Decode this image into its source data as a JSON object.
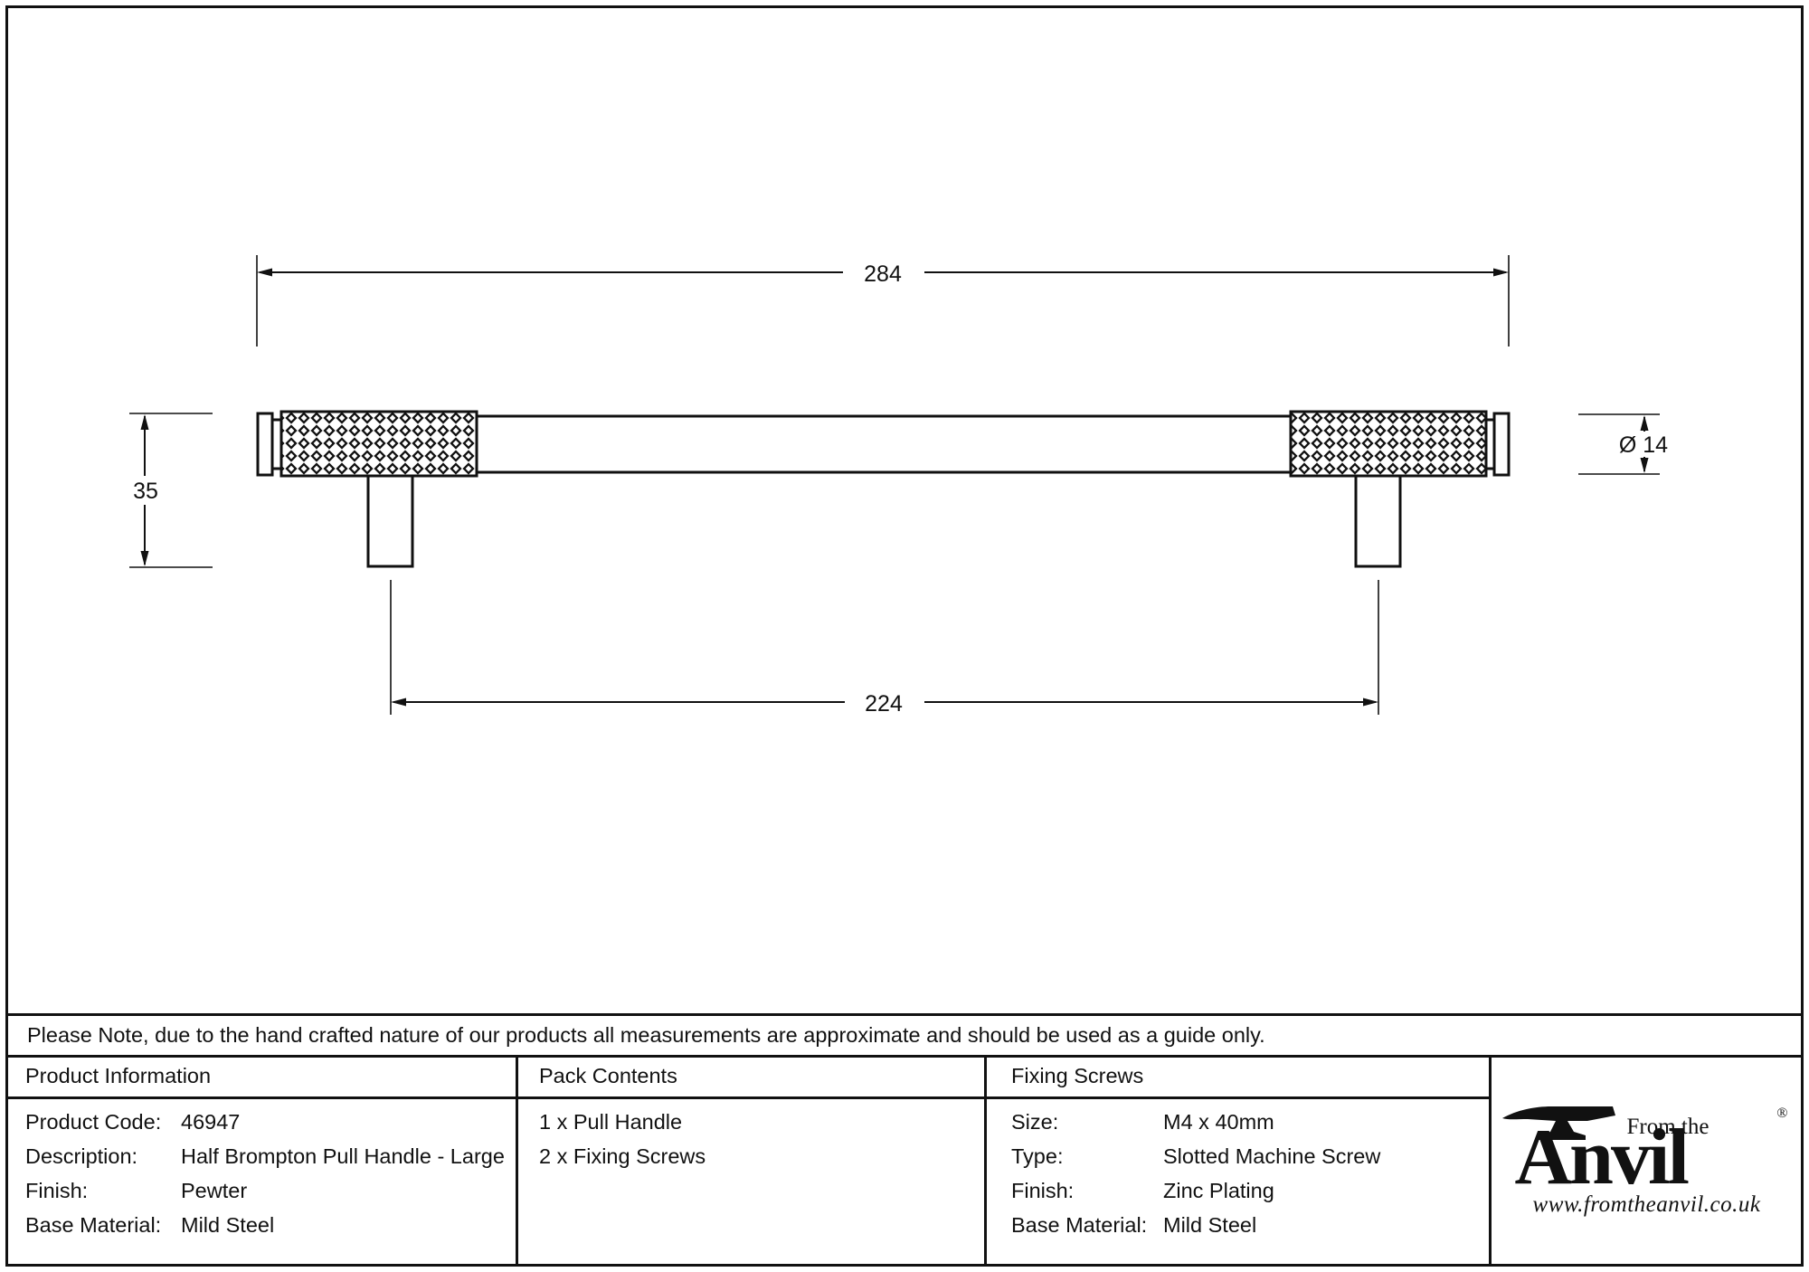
{
  "colors": {
    "ink": "#111111",
    "paper": "#ffffff"
  },
  "drawing": {
    "overall_length_mm": "284",
    "fixing_centres_mm": "224",
    "projection_mm": "35",
    "diameter_mm": "Ø 14"
  },
  "note": {
    "text": "Please Note, due to the hand crafted nature of our products all measurements are approximate and should be used as a guide only."
  },
  "table": {
    "product_information": {
      "header": "Product Information",
      "rows": [
        {
          "label": "Product Code:",
          "value": "46947"
        },
        {
          "label": "Description:",
          "value": "Half Brompton Pull Handle - Large"
        },
        {
          "label": "Finish:",
          "value": "Pewter"
        },
        {
          "label": "Base Material:",
          "value": "Mild Steel"
        }
      ]
    },
    "pack_contents": {
      "header": "Pack Contents",
      "items": [
        "1 x Pull Handle",
        "2 x Fixing Screws"
      ]
    },
    "fixing_screws": {
      "header": "Fixing Screws",
      "rows": [
        {
          "label": "Size:",
          "value": "M4 x 40mm"
        },
        {
          "label": "Type:",
          "value": "Slotted Machine Screw"
        },
        {
          "label": "Finish:",
          "value": "Zinc Plating"
        },
        {
          "label": "Base Material:",
          "value": "Mild Steel"
        }
      ]
    },
    "logo": {
      "prefix": "From the",
      "name": "Anvil",
      "registered": "®",
      "url": "www.fromtheanvil.co.uk"
    }
  }
}
